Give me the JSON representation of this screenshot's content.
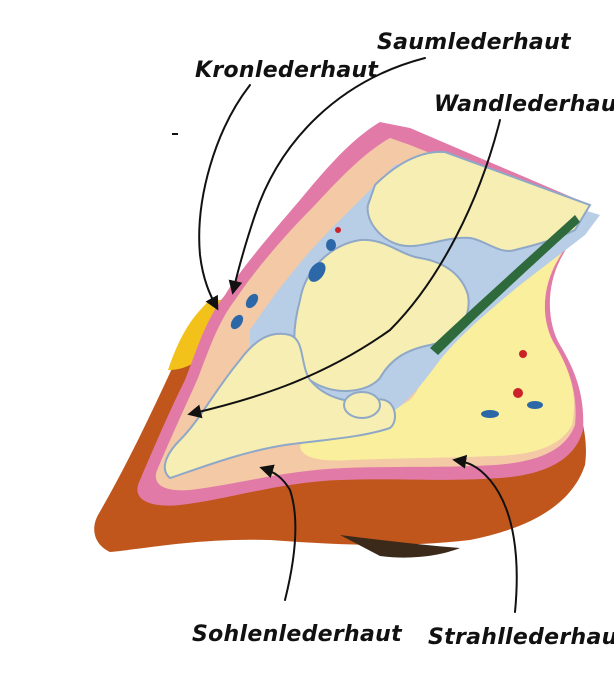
{
  "labels": {
    "kronlederhaut": "Kronlederhaut",
    "saumlederhaut": "Saumlederhaut",
    "wandlederhaut": "Wandlederhaut",
    "sohlenlederhaut": "Sohlenlederhaut",
    "strahllederhaut": "Strahllederhaut"
  },
  "colors": {
    "hoof_wall": "#c0561c",
    "dermis": "#e27aa8",
    "bone": "#f6eeb2",
    "digital_cushion": "#f9ef9c",
    "joint_cartilage": "#b8cde6",
    "coronary_band": "#f2c21b",
    "vessel_blue": "#2c68a8",
    "vessel_red": "#cc2229",
    "tendon_green": "#2f6a3c"
  }
}
